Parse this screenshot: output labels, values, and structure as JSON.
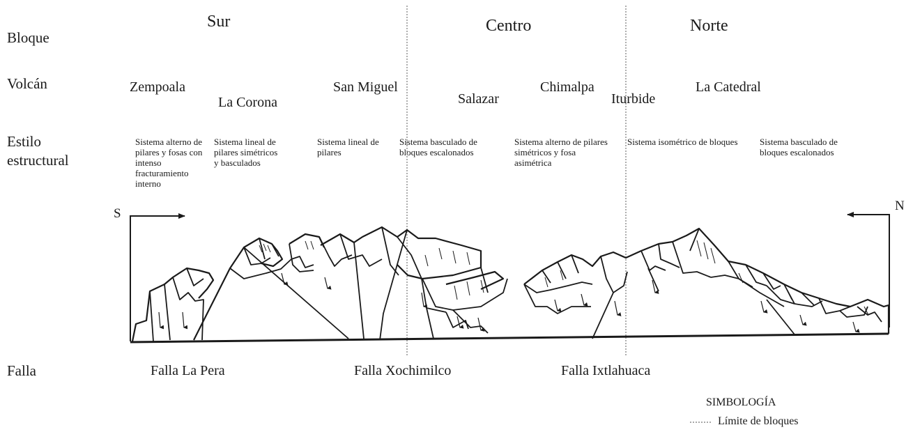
{
  "rows": {
    "bloque": "Bloque",
    "volcan": "Volcán",
    "estilo_1": "Estilo",
    "estilo_2": "estructural",
    "falla": "Falla"
  },
  "blocks": [
    "Sur",
    "Centro",
    "Norte"
  ],
  "volcanoes": [
    "Zempoala",
    "La Corona",
    "San Miguel",
    "Salazar",
    "Chimalpa",
    "Iturbide",
    "La Catedral"
  ],
  "styles": [
    "Sistema alterno de pilares y fosas con intenso fracturamiento interno",
    "Sistema lineal de pilares simétricos y basculados",
    "Sistema lineal de pilares",
    "Sistema basculado de bloques escalonados",
    "Sistema alterno de pilares simétricos y fosa asimétrica",
    "Sistema isométrico de bloques",
    "Sistema basculado de bloques escalonados"
  ],
  "faults": [
    "Falla La Pera",
    "Falla Xochimilco",
    "Falla Ixtlahuaca"
  ],
  "direction": {
    "left": "S",
    "right": "N"
  },
  "legend": {
    "title": "SIMBOLOGÍA",
    "item": "Límite de bloques"
  },
  "colors": {
    "ink": "#1a1a1a",
    "boundary": "#8a8a8a"
  }
}
